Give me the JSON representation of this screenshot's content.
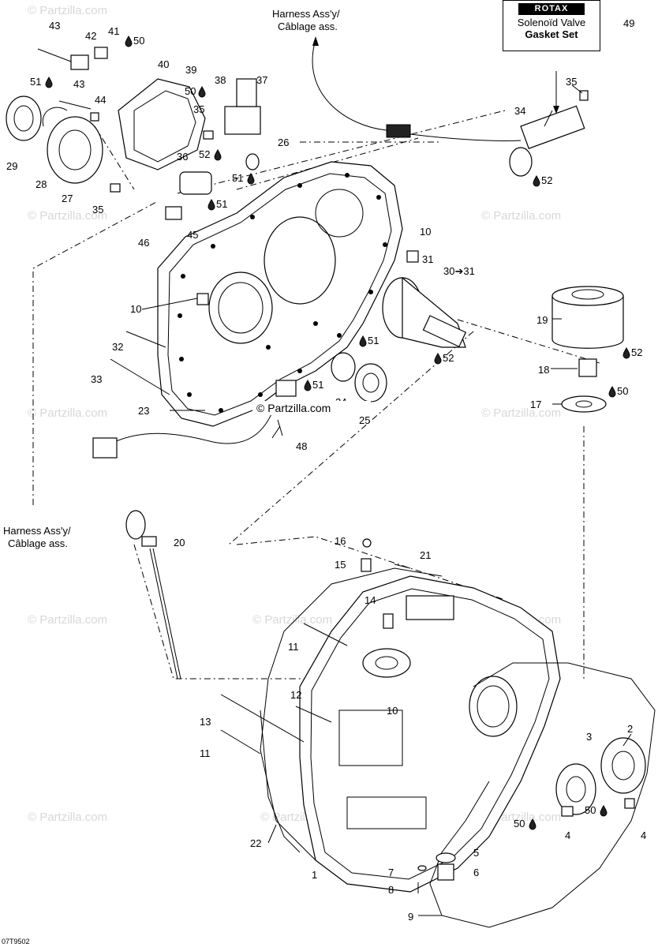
{
  "diagram_code": "07T9502",
  "watermark": "© Partzilla.com",
  "center_credit": "© Partzilla.com",
  "harness_top": [
    "Harness Ass'y/",
    "Câblage ass."
  ],
  "harness_left": [
    "Harness Ass'y/",
    "Câblage ass."
  ],
  "kit_box": {
    "logo": "ROTAX",
    "line1": "Solenoïd Valve",
    "line2": "Gasket Set",
    "ref": "49"
  },
  "arrow_label": "30➔31",
  "drop_icon": "oil-drop-icon",
  "callouts": [
    "1",
    "2",
    "3",
    "4",
    "4",
    "5",
    "6",
    "7",
    "8",
    "9",
    "10",
    "10",
    "10",
    "11",
    "11",
    "12",
    "13",
    "14",
    "15",
    "16",
    "17",
    "18",
    "19",
    "20",
    "21",
    "22",
    "23",
    "24",
    "25",
    "26",
    "27",
    "28",
    "29",
    "31",
    "32",
    "33",
    "34",
    "35",
    "35",
    "35",
    "36",
    "37",
    "38",
    "39",
    "40",
    "41",
    "42",
    "43",
    "43",
    "44",
    "45",
    "46",
    "48"
  ],
  "lubricant_callouts": [
    "50",
    "50",
    "50",
    "50",
    "50",
    "51",
    "51",
    "51",
    "51",
    "51",
    "52",
    "52",
    "52",
    "52"
  ]
}
